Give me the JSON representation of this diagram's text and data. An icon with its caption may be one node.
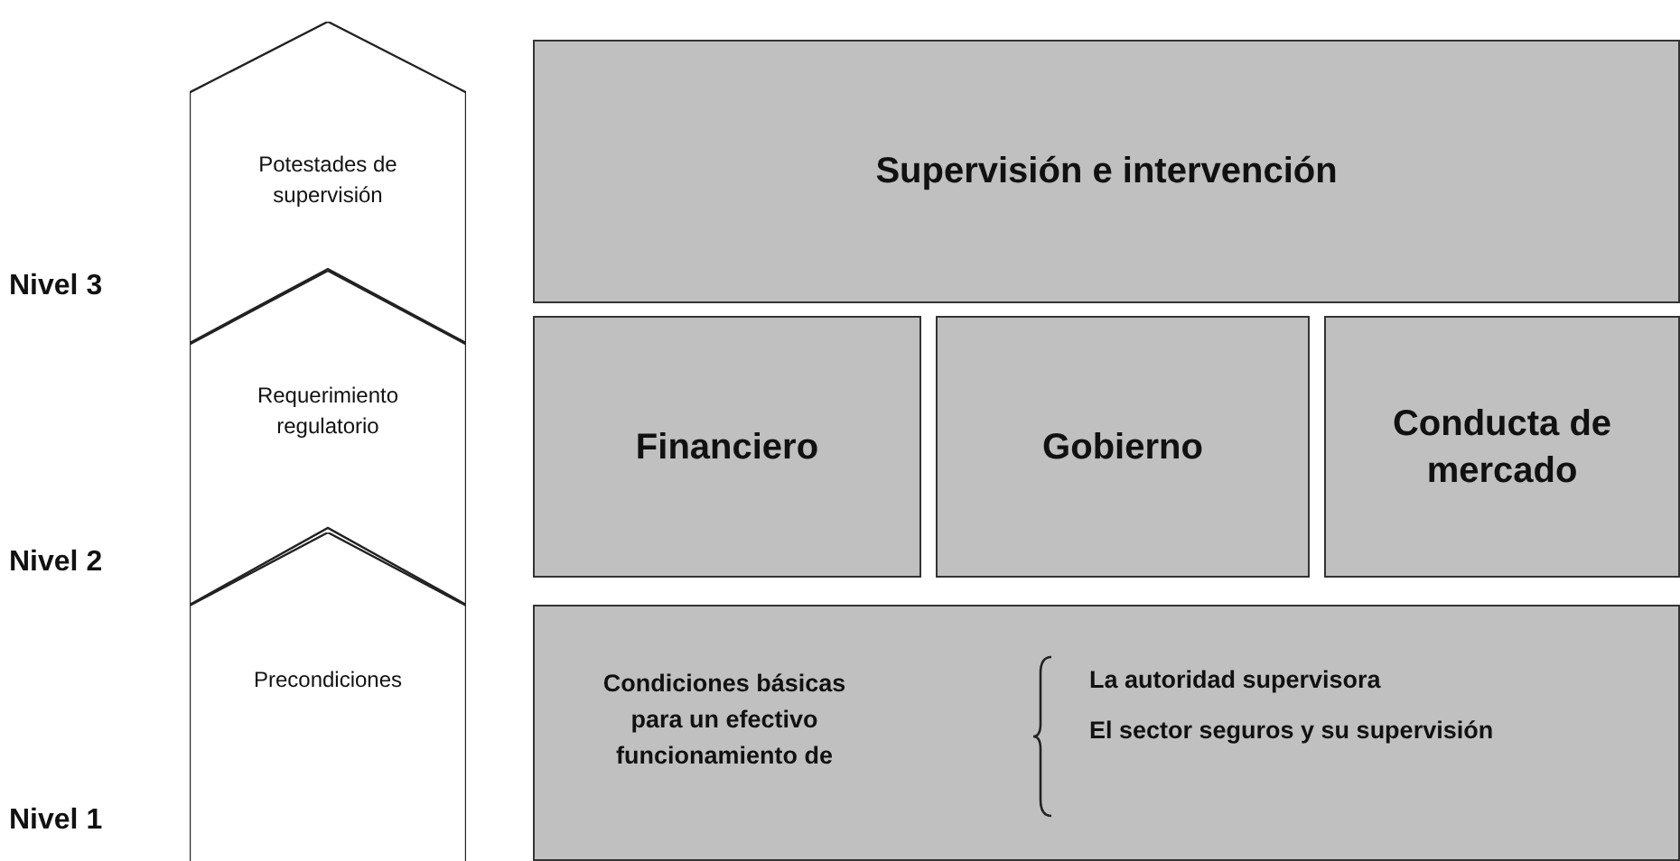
{
  "diagram": {
    "nodes": [
      {
        "text": [
          "Potestades de supervisión"
        ]
      },
      {
        "text": [
          "Requerimiento regulatorio"
        ]
      },
      {
        "text": [
          "Precondiciones"
        ]
      },
      {
        "text": [
          "Supervisión e intervención"
        ]
      },
      {
        "text": [
          "Financiero"
        ]
      },
      {
        "text": [
          "Gobierno"
        ]
      },
      {
        "text": [
          "Conducta de mercado"
        ]
      },
      {
        "text": [
          "Condiciones básicas para un efectivo funcionamiento de",
          "La autoridad supervisora",
          "El sector seguros y su supervisión"
        ]
      }
    ],
    "labels": [
      "Nivel 3",
      "Nivel 2",
      "Nivel 1"
    ]
  }
}
